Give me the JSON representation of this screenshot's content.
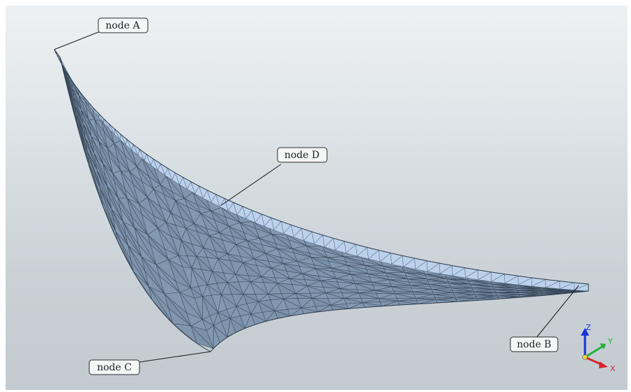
{
  "viewport": {
    "background": "gradient-gray",
    "mesh": {
      "face_color": "#7f95ae",
      "edge_color": "#3b4a5c",
      "top_band_color": "#bcd2ec"
    }
  },
  "callouts": [
    {
      "id": "node-a",
      "label": "node A"
    },
    {
      "id": "node-d",
      "label": "node D"
    },
    {
      "id": "node-c",
      "label": "node C"
    },
    {
      "id": "node-b",
      "label": "node B"
    }
  ],
  "triad": {
    "z_label": "Z",
    "y_label": "Y",
    "x_label": "X",
    "colors": {
      "z": "#1533d6",
      "y": "#22b33a",
      "x": "#d8262c"
    }
  }
}
